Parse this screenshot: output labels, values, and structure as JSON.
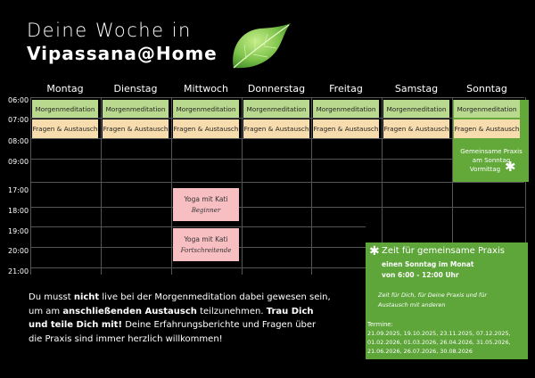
{
  "title": {
    "line1": "Deine Woche in",
    "line2": "Vipassana@Home"
  },
  "days": [
    "Montag",
    "Dienstag",
    "Mittwoch",
    "Donnerstag",
    "Freitag",
    "Samstag",
    "Sonntag"
  ],
  "times": [
    "06:00",
    "07:00",
    "08:00",
    "09:00",
    "17:00",
    "18:00",
    "19:00",
    "20:00",
    "21:00"
  ],
  "sessions": {
    "meditation": "Morgenmeditation",
    "exchange": "Fragen & Austausch"
  },
  "yoga": [
    {
      "title": "Yoga mit Kati",
      "level": "Beginner"
    },
    {
      "title": "Yoga mit Kati",
      "level": "Fortschreitende"
    }
  ],
  "sunday_note": {
    "line1": "Gemeinsame Praxis",
    "line2": "am Sonntag",
    "line3": "Vormittag",
    "star": "✱"
  },
  "info_box": {
    "star": "✱",
    "title": "Zeit für gemeinsame Praxis",
    "sub1": "einen Sonntag im Monat",
    "sub2": "von 6:00 - 12:00 Uhr",
    "desc1": "Zeit für Dich, für Deine Praxis und für",
    "desc2": "Austausch mit anderen",
    "termine_label": "Termine:",
    "dates": [
      "21.09.2025, 19.10.2025, 23.11.2025, 07.12.2025,",
      "01.02.2026, 01.03.2026, 26.04.2026, 31.05.2026,",
      "21.06.2026, 26.07.2026, 30.08.2026"
    ]
  },
  "paragraph": {
    "p1": "Du musst ",
    "b1": "nicht",
    "p2": " live bei der Morgenmeditation dabei gewesen sein, um am ",
    "b2": "anschließenden Austausch",
    "p3": " teilzunehmen. ",
    "b3": "Trau Dich und teile Dich mit!",
    "p4": " Deine Erfahrungsberichte und Fragen über die Praxis sind immer herzlich willkommen!"
  },
  "colors": {
    "meditation": "#b9d98f",
    "exchange": "#f7dcae",
    "yoga": "#f8bfc3",
    "green": "#5ea53a"
  }
}
